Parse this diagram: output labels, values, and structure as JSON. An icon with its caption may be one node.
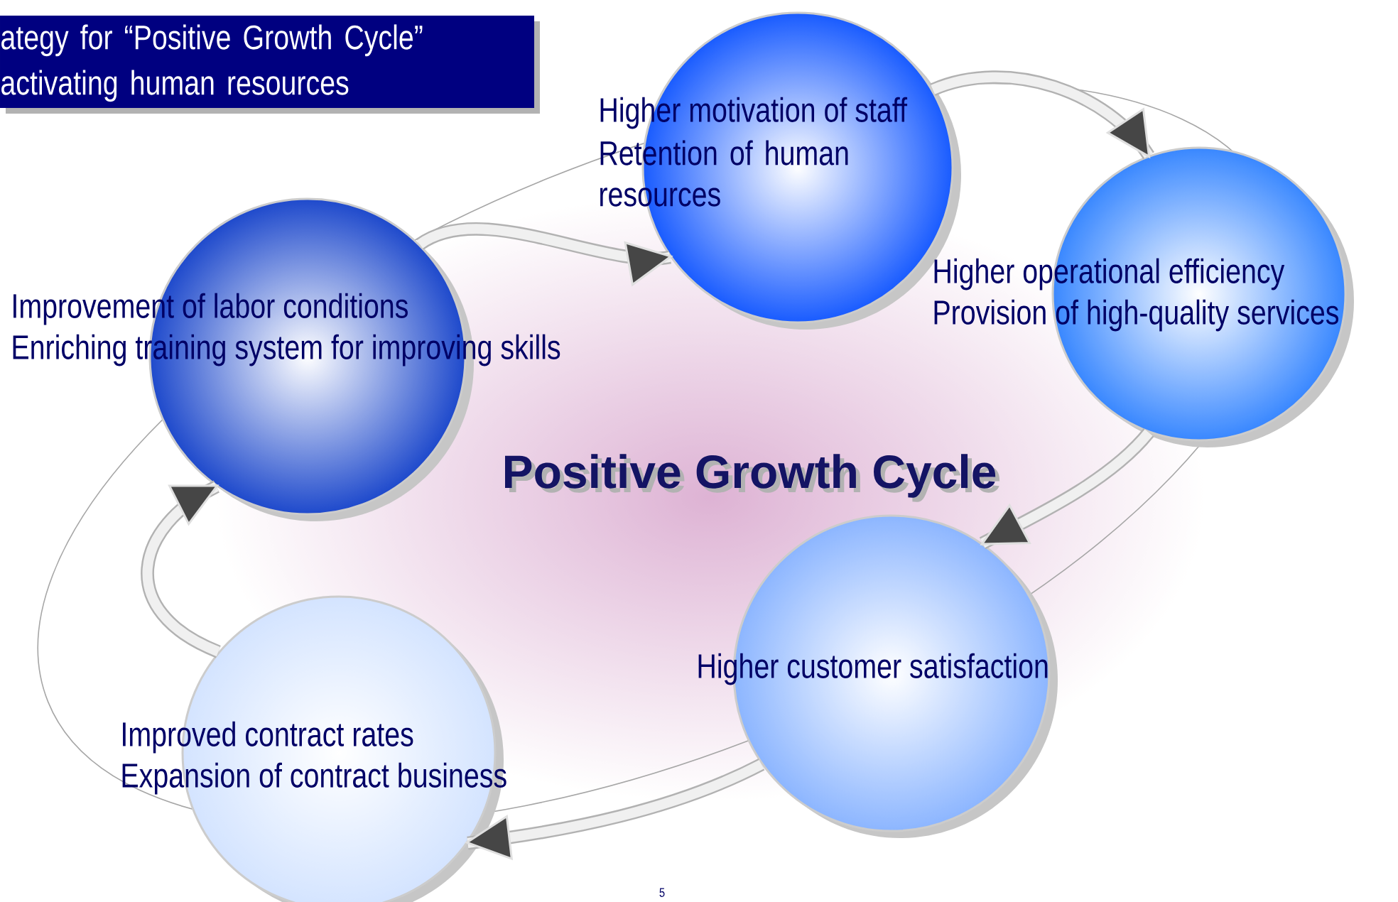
{
  "diagram": {
    "title": "ategy for “Positive Growth Cycle” activating human resources",
    "nodes": [
      {
        "text": [
          "Improvement of labor conditions",
          "Enriching training system for improving skills"
        ]
      },
      {
        "text": [
          "Higher motivation of staff",
          "Retention of human resources"
        ]
      },
      {
        "text": [
          "Higher operational efficiency",
          "Provision of high-quality services"
        ]
      },
      {
        "text": [
          "Higher customer satisfaction"
        ]
      },
      {
        "text": [
          "Improved contract rates",
          "Expansion of contract business"
        ]
      }
    ],
    "edges": [
      {
        "from": 0,
        "to": 1,
        "arrow": "to"
      },
      {
        "from": 1,
        "to": 2,
        "arrow": "to"
      },
      {
        "from": 2,
        "to": 3,
        "arrow": "to"
      },
      {
        "from": 3,
        "to": 4,
        "arrow": "to"
      },
      {
        "from": 4,
        "to": 0,
        "arrow": "to"
      }
    ],
    "labels": [
      "Positive Growth Cycle",
      "5"
    ]
  }
}
